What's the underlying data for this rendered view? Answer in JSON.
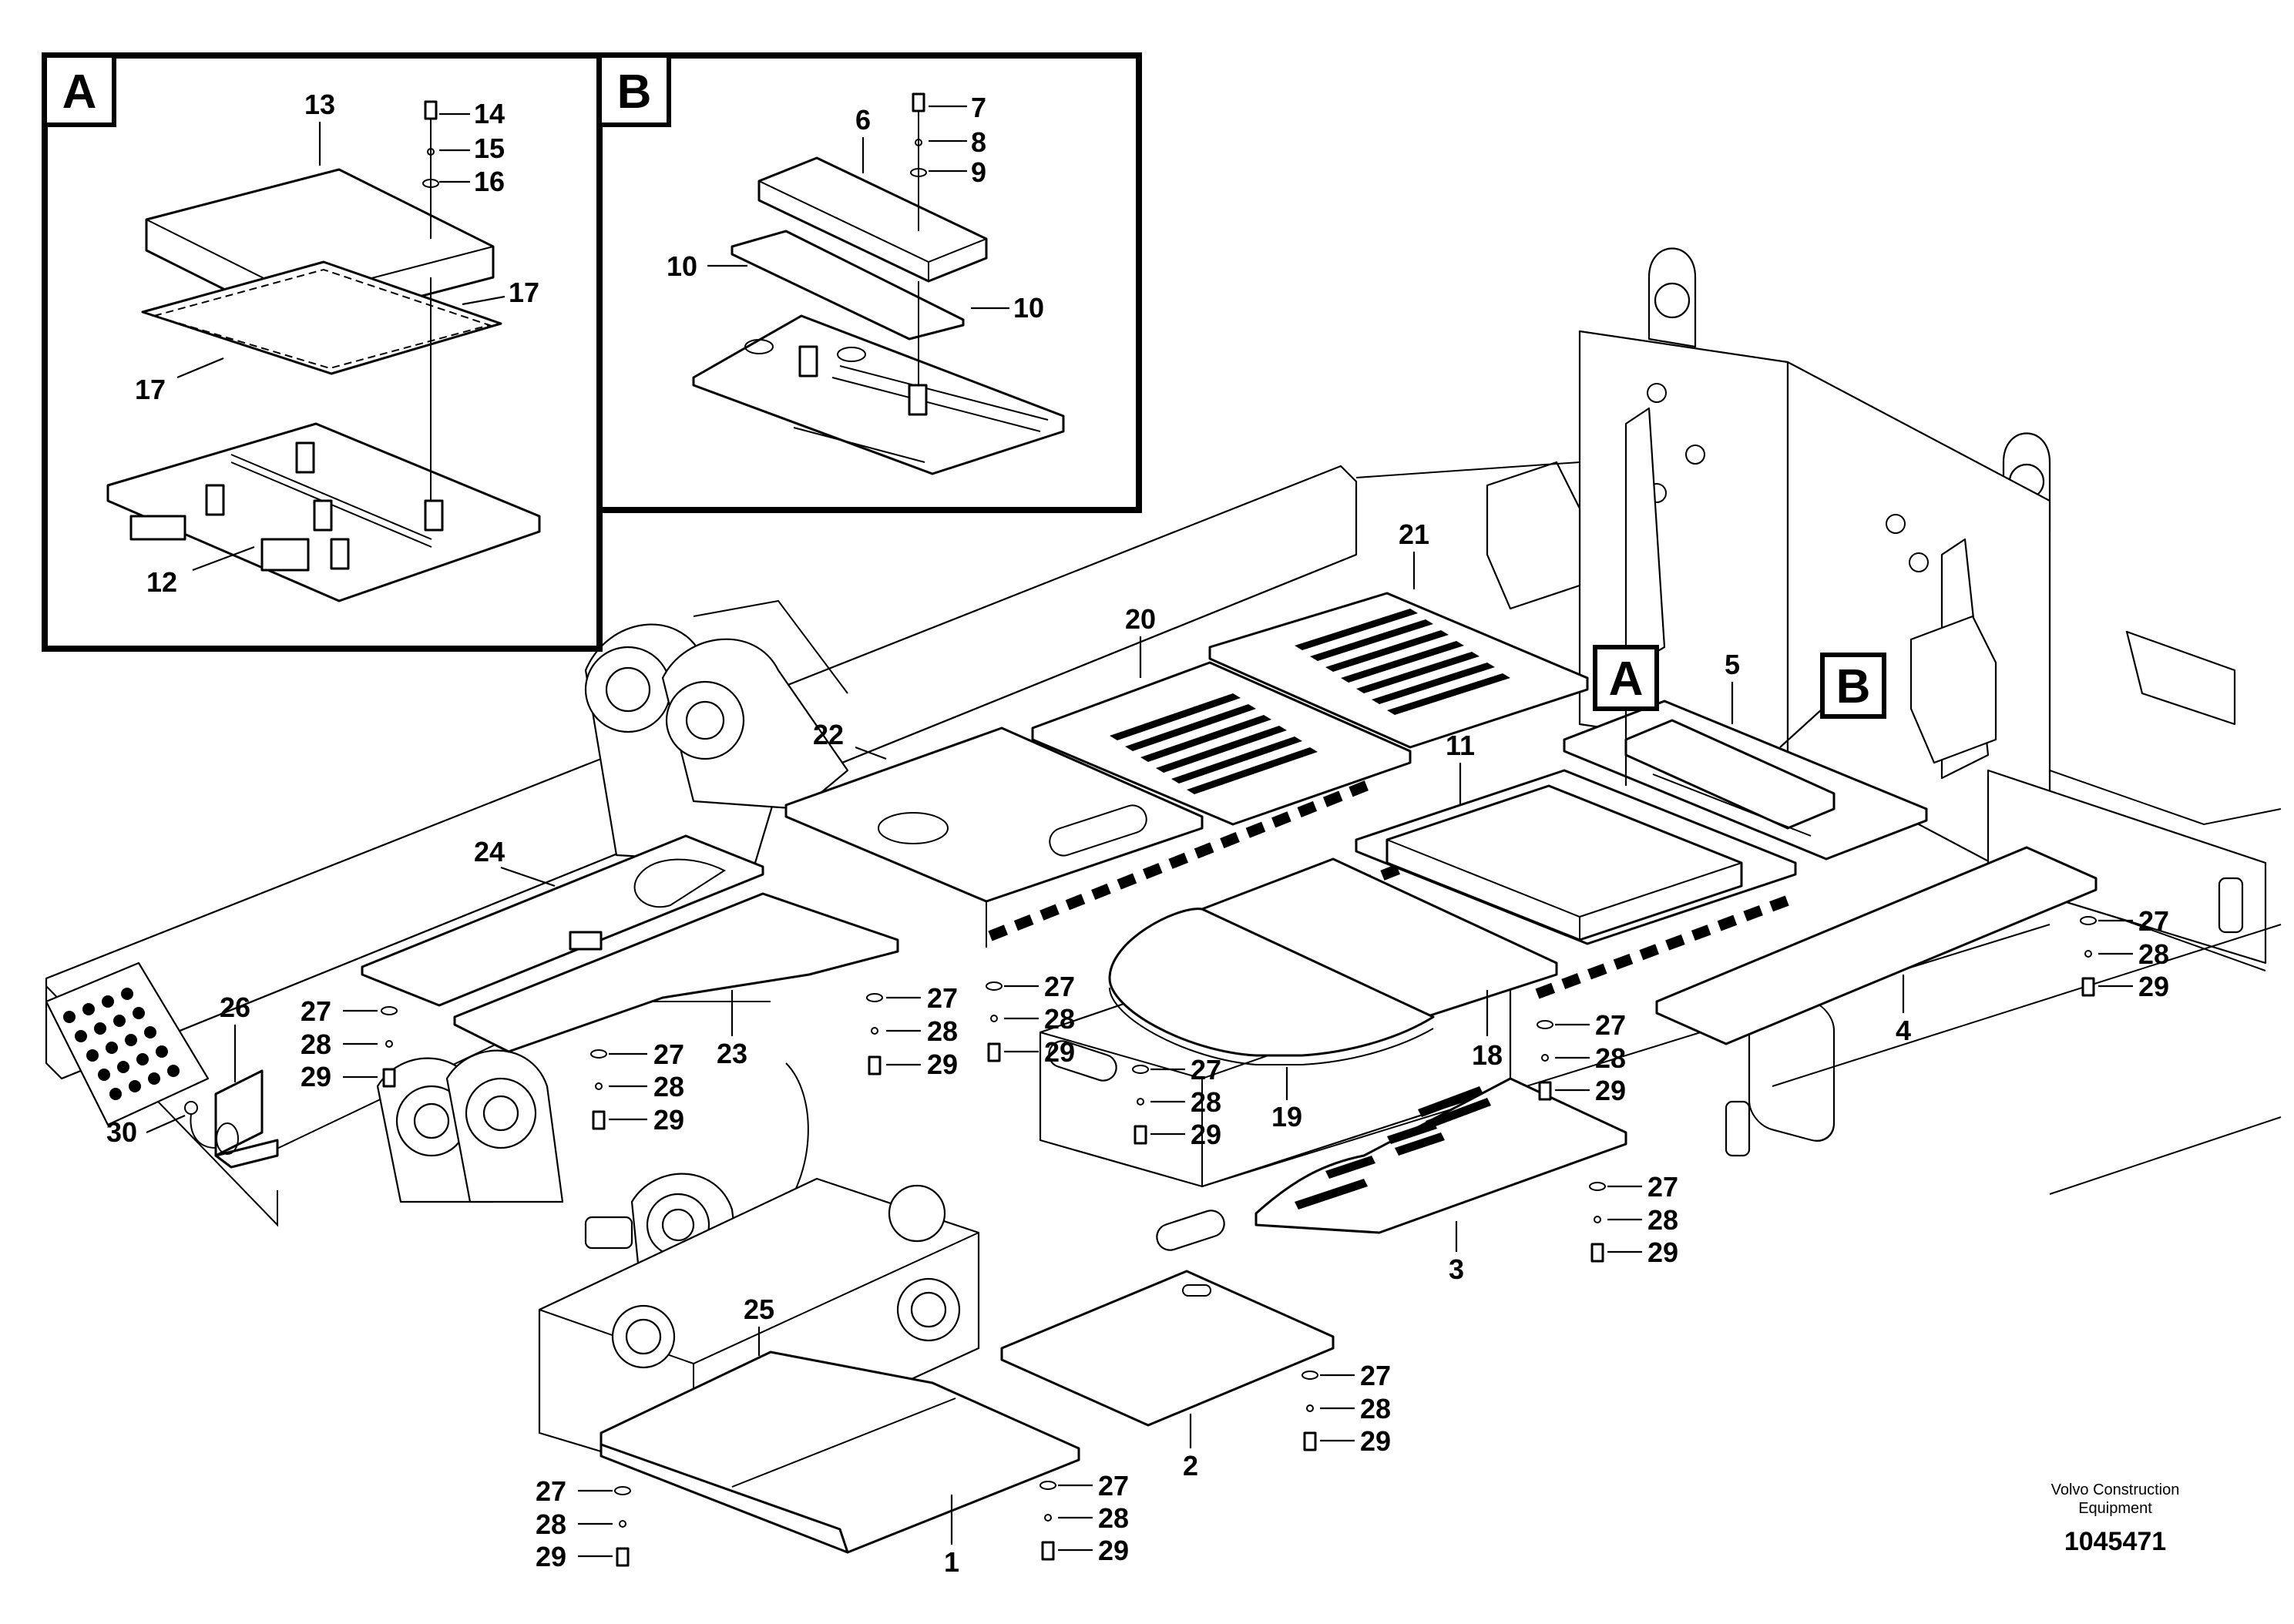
{
  "detail_tags": [
    "A",
    "B"
  ],
  "callouts": {
    "detail_a": [
      "13",
      "14",
      "15",
      "16",
      "17",
      "17",
      "12"
    ],
    "detail_b": [
      "6",
      "7",
      "8",
      "9",
      "10",
      "10"
    ],
    "main": [
      "21",
      "20",
      "22",
      "5",
      "11",
      "24",
      "23",
      "26",
      "30",
      "18",
      "19",
      "4",
      "3",
      "25",
      "2",
      "1"
    ],
    "fasteners": [
      "27",
      "28",
      "29"
    ]
  },
  "footer": {
    "company_line1": "Volvo Construction",
    "company_line2": "Equipment",
    "drawing_number": "1045471"
  }
}
